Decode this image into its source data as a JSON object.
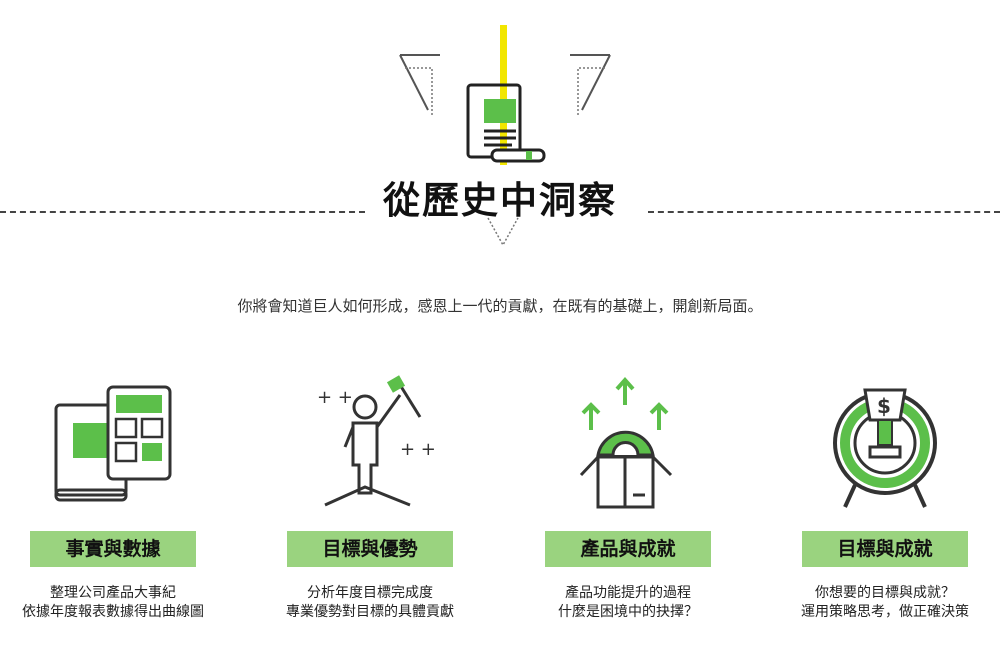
{
  "header": {
    "title": "從歷史中洞察",
    "subtitle": "你將會知道巨人如何形成，感恩上一代的貢獻，在既有的基礎上，開創新局面。"
  },
  "colors": {
    "accent_green": "#9ad37f",
    "icon_green": "#5cbf4a",
    "yellow": "#f2e600",
    "dark": "#333333"
  },
  "cards": [
    {
      "icon": "book-calculator-icon",
      "label": "事實與數據",
      "desc_line1": "整理公司產品大事紀",
      "desc_line2": "依據年度報表數據得出曲線圖"
    },
    {
      "icon": "person-flag-icon",
      "label": "目標與優勢",
      "desc_line1": "分析年度目標完成度",
      "desc_line2": "專業優勢對目標的具體貢獻"
    },
    {
      "icon": "box-gear-icon",
      "label": "產品與成就",
      "desc_line1": "產品功能提升的過程",
      "desc_line2": "什麼是困境中的抉擇？"
    },
    {
      "icon": "trophy-target-icon",
      "label": "目標與成就",
      "desc_line1": "你想要的目標與成就？",
      "desc_line2": "運用策略思考，做正確決策"
    }
  ]
}
